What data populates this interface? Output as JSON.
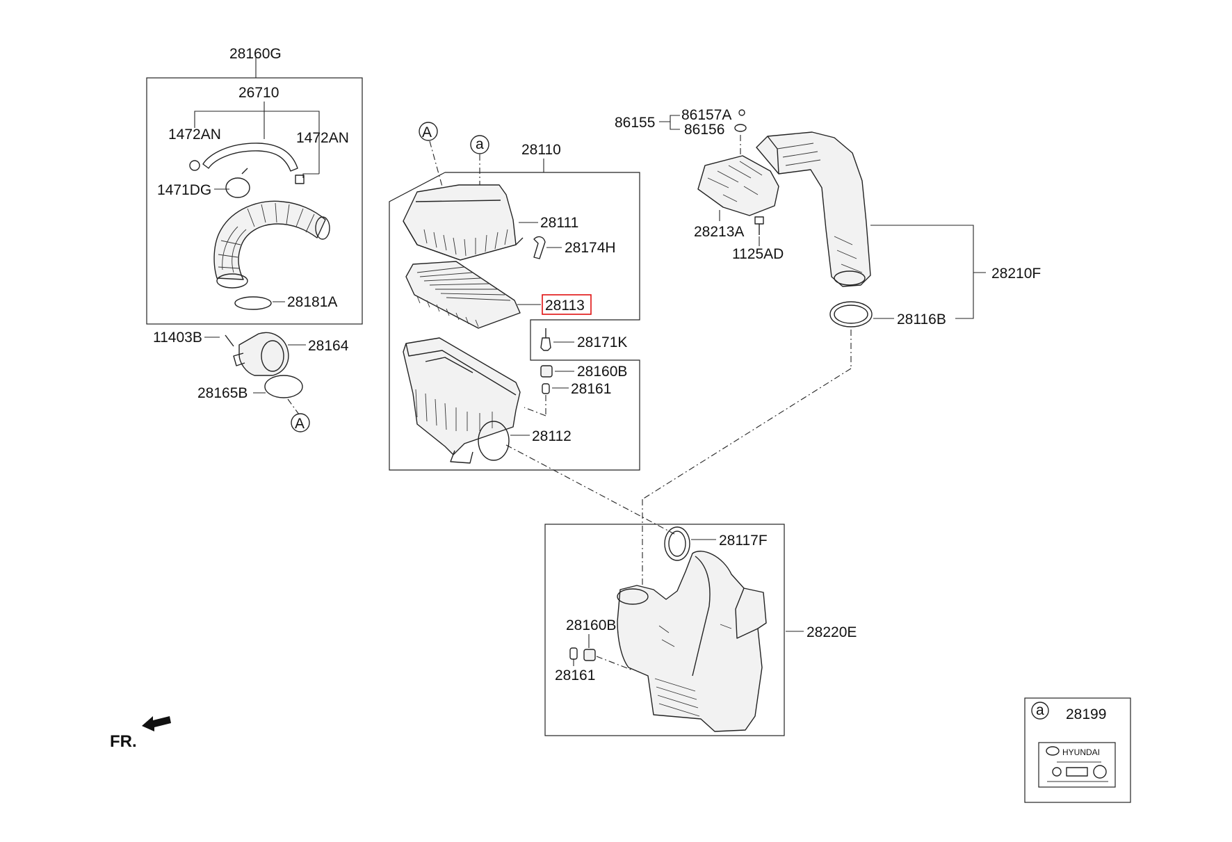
{
  "diagram": {
    "parts": {
      "p28160G": "28160G",
      "p26710": "26710",
      "p1472AN_left": "1472AN",
      "p1472AN_right": "1472AN",
      "p1471DG": "1471DG",
      "p28181A": "28181A",
      "p11403B": "11403B",
      "p28164": "28164",
      "p28165B": "28165B",
      "p28110": "28110",
      "p28111": "28111",
      "p28174H": "28174H",
      "p28113": "28113",
      "p28171K": "28171K",
      "p28160B_top": "28160B",
      "p28161_top": "28161",
      "p28112": "28112",
      "p86155": "86155",
      "p86157A": "86157A",
      "p86156": "86156",
      "p28213A": "28213A",
      "p1125AD": "1125AD",
      "p28210F": "28210F",
      "p28116B": "28116B",
      "p28117F": "28117F",
      "p28160B_bottom": "28160B",
      "p28161_bottom": "28161",
      "p28220E": "28220E",
      "p28199": "28199"
    },
    "callouts": {
      "A_top": "A",
      "A_bottom": "A",
      "a_top": "a",
      "a_label": "a"
    },
    "direction_label": "FR.",
    "highlight_color": "#e01010",
    "label_brand": "HYUNDAI"
  }
}
